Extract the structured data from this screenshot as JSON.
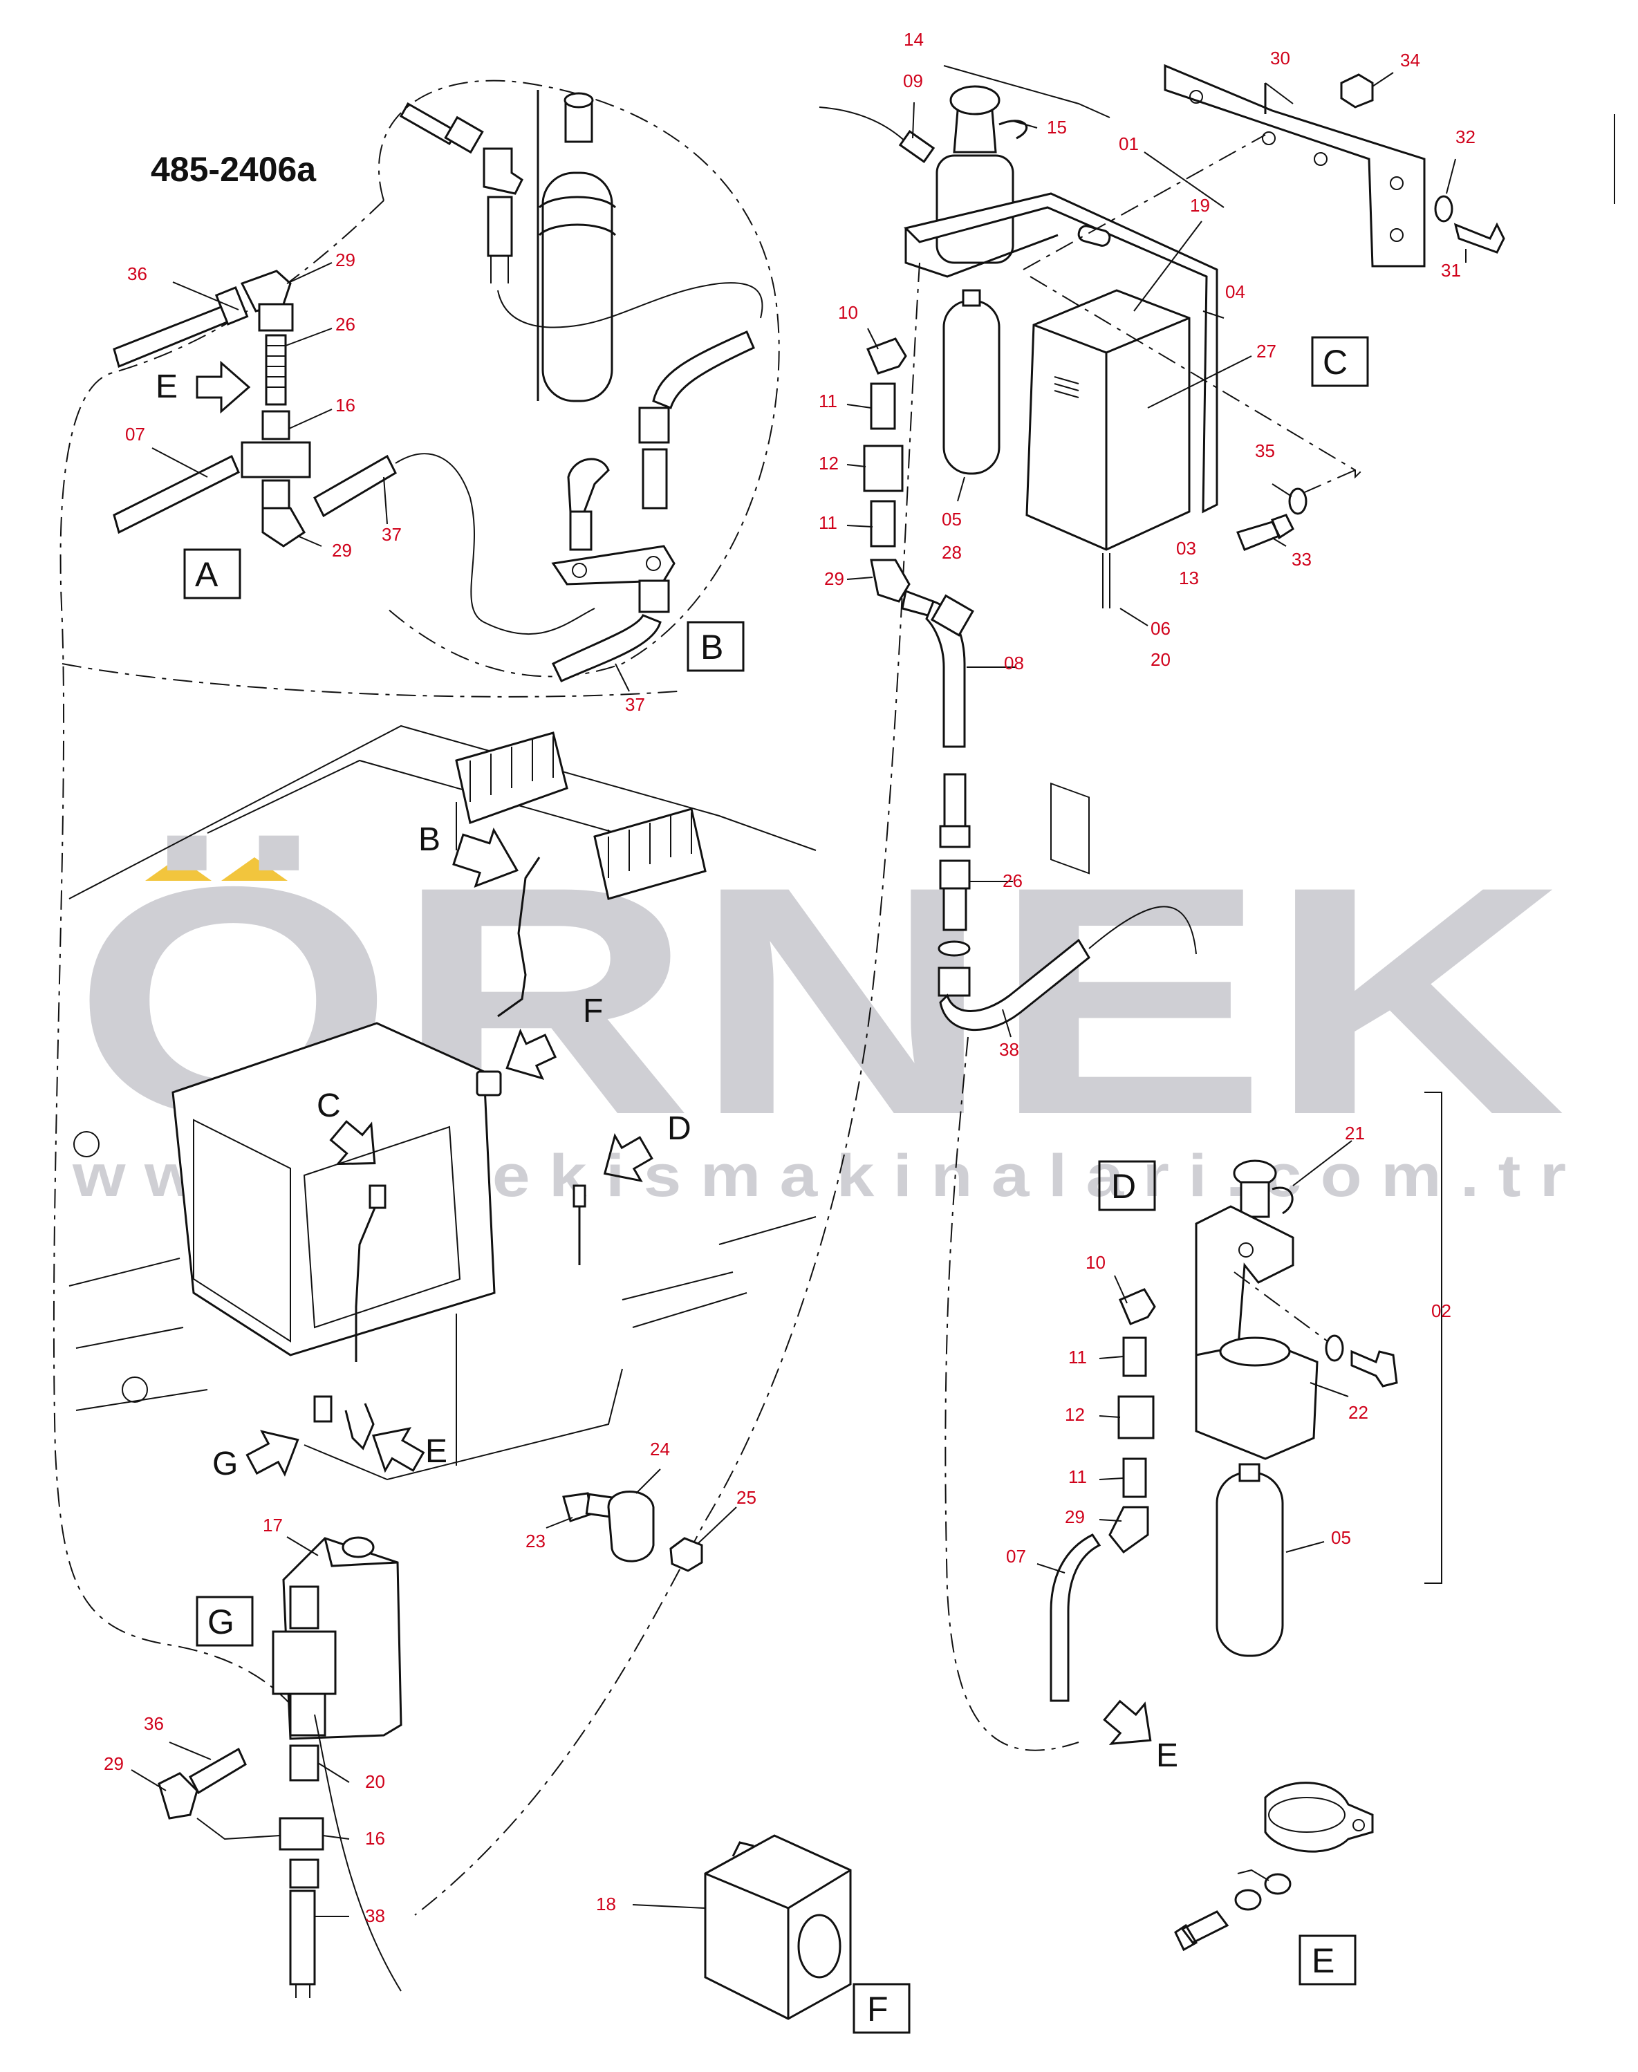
{
  "diagram": {
    "title": "485-2406a",
    "watermark": {
      "brand": "ÖRNEK",
      "url": "w w w . o r n e k i s m a k i n a l a r i . c o m . t r",
      "color": "#cfcfd4",
      "accent": "#f2c53d"
    },
    "colors": {
      "callout": "#d0021b",
      "line": "#111111"
    },
    "view_letters": [
      "A",
      "B",
      "C",
      "D",
      "E",
      "F",
      "G"
    ],
    "callouts": [
      "14",
      "09",
      "15",
      "01",
      "30",
      "34",
      "32",
      "31",
      "19",
      "04",
      "27",
      "10",
      "11",
      "12",
      "11",
      "05",
      "28",
      "29",
      "03",
      "13",
      "35",
      "33",
      "06",
      "20",
      "08",
      "26",
      "38",
      "36",
      "29",
      "26",
      "16",
      "07",
      "29",
      "37",
      "37",
      "21",
      "10",
      "11",
      "12",
      "11",
      "29",
      "07",
      "22",
      "05",
      "02",
      "24",
      "25",
      "23",
      "17",
      "36",
      "29",
      "20",
      "16",
      "38",
      "18"
    ],
    "arrow_labels": [
      "E",
      "B",
      "F",
      "C",
      "D",
      "G",
      "E",
      "E"
    ]
  }
}
